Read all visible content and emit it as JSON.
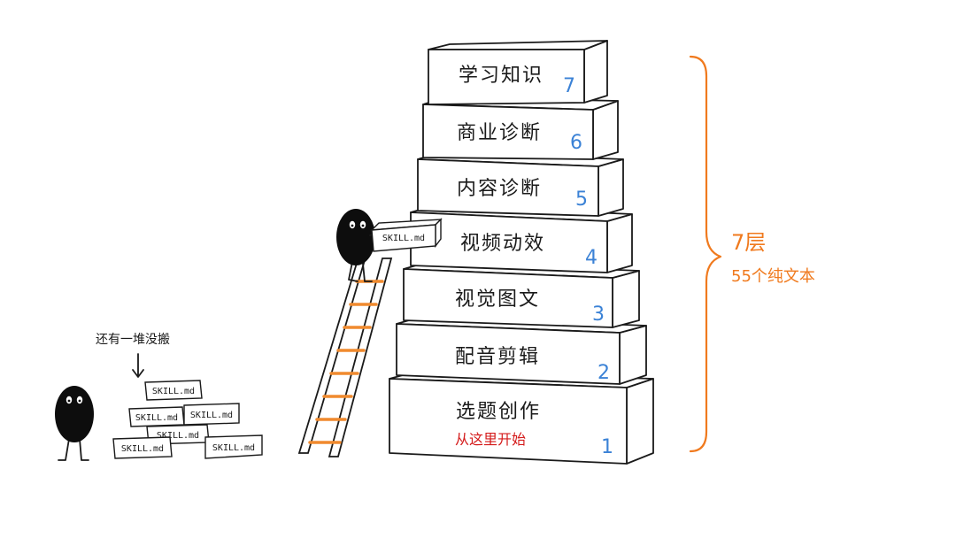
{
  "tower": {
    "layers": [
      {
        "label": "学习知识",
        "num": "7"
      },
      {
        "label": "商业诊断",
        "num": "6"
      },
      {
        "label": "内容诊断",
        "num": "5"
      },
      {
        "label": "视频动效",
        "num": "4"
      },
      {
        "label": "视觉图文",
        "num": "3"
      },
      {
        "label": "配音剪辑",
        "num": "2"
      },
      {
        "label": "选题创作",
        "num": "1"
      }
    ],
    "start_note": "从这里开始"
  },
  "summary": {
    "title": "7层",
    "subtitle": "55个纯文本"
  },
  "pile": {
    "hint": "还有一堆没搬",
    "file_label": "SKILL.md"
  },
  "carrier": {
    "file_label": "SKILL.md"
  },
  "colors": {
    "ink": "#1a1a1a",
    "number_blue": "#3b82d6",
    "accent_orange": "#f07a1e",
    "start_red": "#d41a1a",
    "rung_orange": "#f08a2e"
  }
}
